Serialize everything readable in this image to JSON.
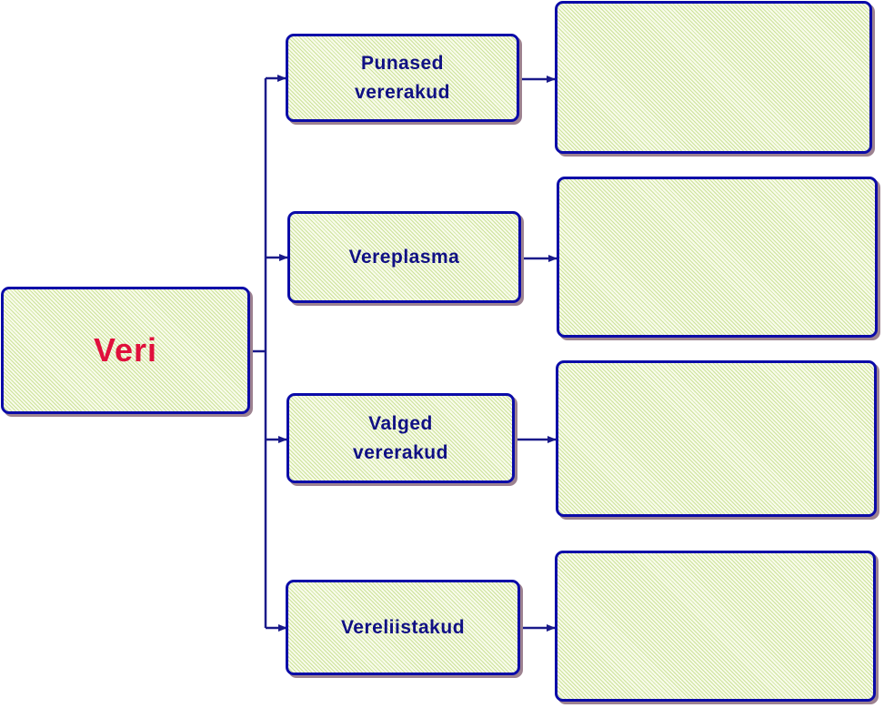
{
  "diagram": {
    "root": {
      "label": "Veri",
      "color": "#e0103c"
    },
    "branches": [
      {
        "label": "Punased vererakud",
        "answer": ""
      },
      {
        "label": "Vereplasma",
        "answer": ""
      },
      {
        "label": "Valged vererakud",
        "answer": ""
      },
      {
        "label": "Vereliistakud",
        "answer": ""
      }
    ],
    "colors": {
      "border": "#0b0ba8",
      "text": "#101084",
      "shadow": "#9d8290",
      "connector": "#1a1a8a"
    }
  }
}
